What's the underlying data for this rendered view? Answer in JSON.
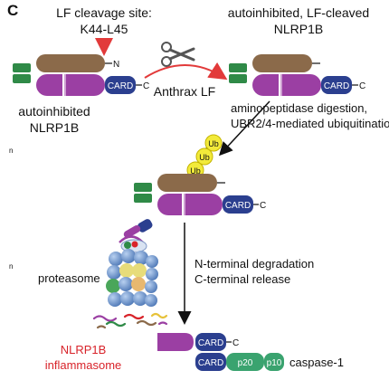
{
  "panel_letter": "C",
  "cleavage_label": {
    "line1": "LF cleavage site:",
    "line2": "K44-L45"
  },
  "cleaved_label": {
    "line1": "autoinhibited, LF-cleaved",
    "line2": "NLRP1B"
  },
  "autoinhibited_label": {
    "line1": "autoinhibited",
    "line2": "NLRP1B"
  },
  "anthrax_label": "Anthrax LF",
  "digestion_label": {
    "line1": "aminopeptidase digestion,",
    "line2": "UBR2/4-mediated ubiquitination"
  },
  "ub_label": "Ub",
  "n_terminus": "N",
  "c_terminus": "C",
  "card_label": "CARD",
  "degradation_label": {
    "line1": "N-terminal degradation",
    "line2": "C-terminal release"
  },
  "proteasome_label": "proteasome",
  "inflammasome_label": {
    "line1": "NLRP1B",
    "line2": "inflammasome"
  },
  "caspase_label": "caspase-1",
  "p20_label": "p20",
  "p10_label": "p10",
  "edge_fragment_1": "n",
  "edge_fragment_2": "n",
  "colors": {
    "brown": "#8b6a4a",
    "purple": "#9b3fa3",
    "green": "#2f8a47",
    "card_blue": "#2b3f8f",
    "teal": "#3aa36f",
    "ub_yellow": "#f2ea3a",
    "red_text": "#d8232a",
    "arrow_red": "#e23a3a"
  }
}
